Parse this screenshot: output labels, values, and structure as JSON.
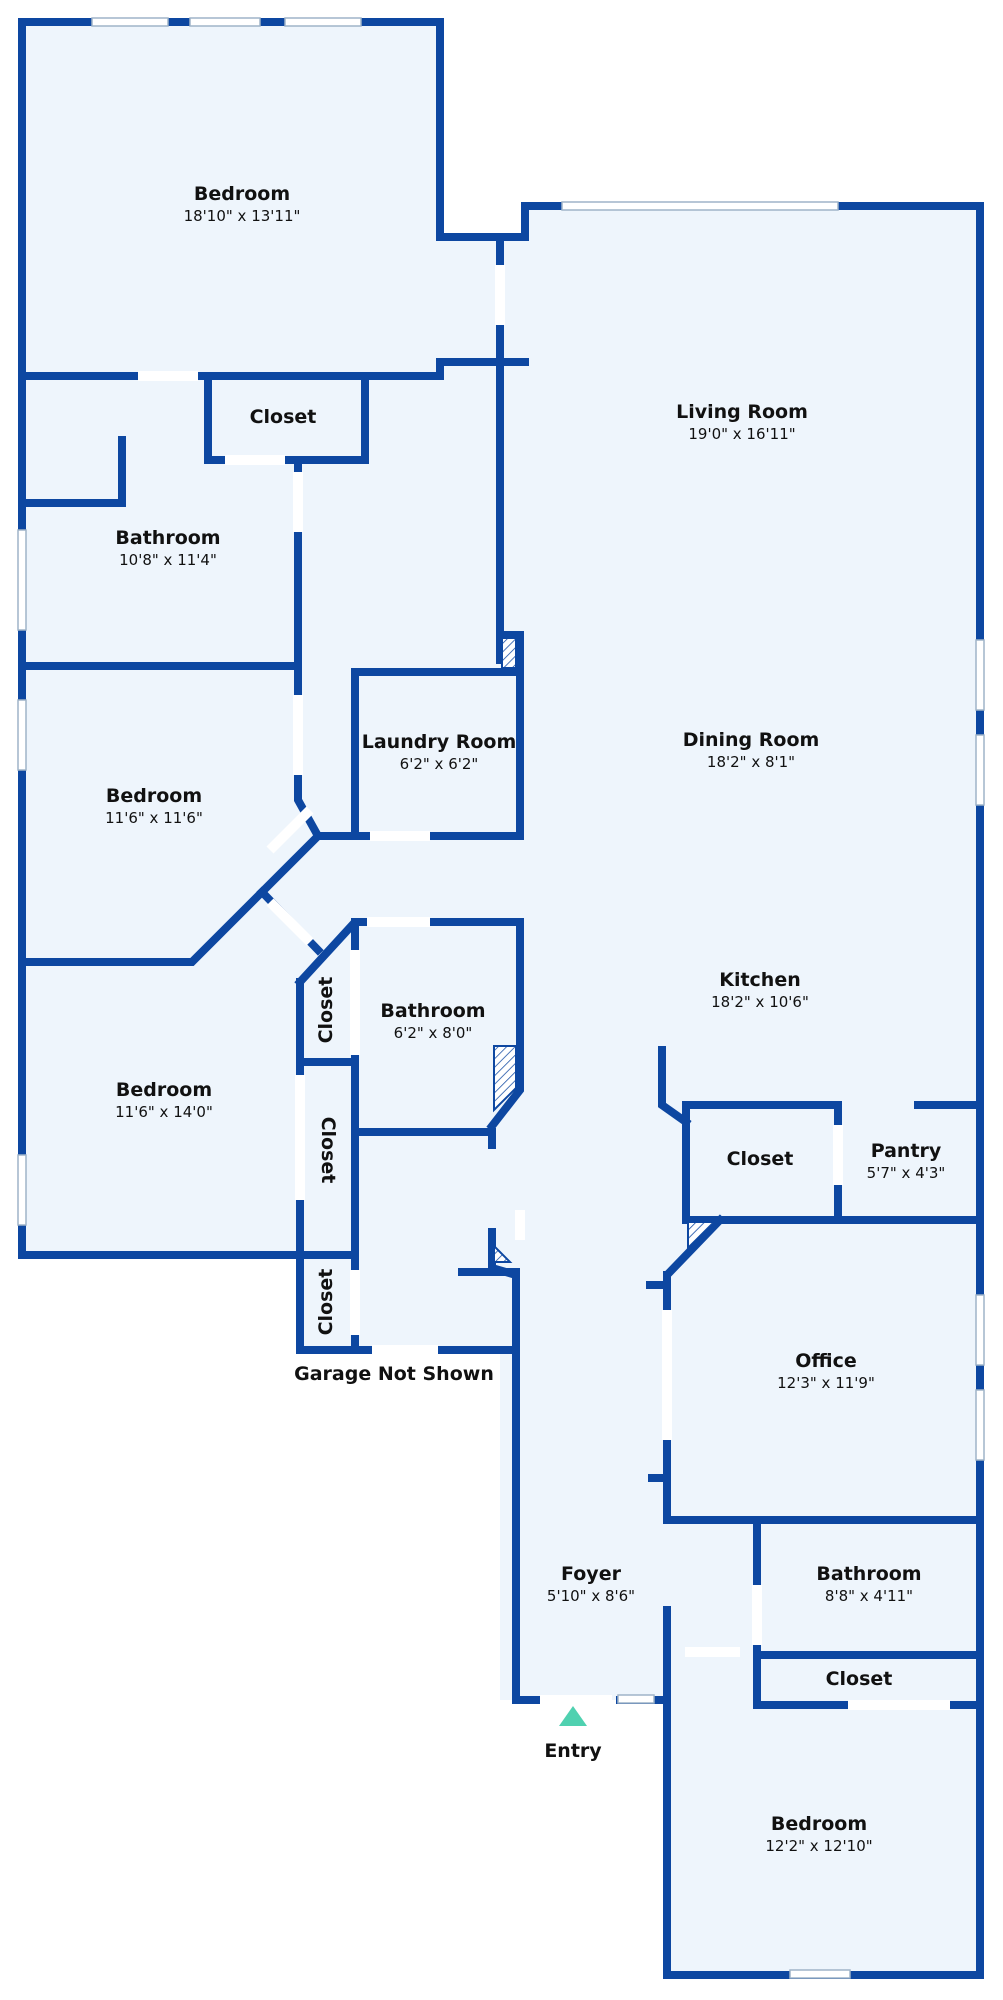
{
  "colors": {
    "wall": "#0d47a1",
    "floor": "#eef5fc",
    "entry_marker": "#4fd1b0"
  },
  "rooms": {
    "bedroom_1": {
      "name": "Bedroom",
      "dims": "18'10\" x 13'11\""
    },
    "living_room": {
      "name": "Living Room",
      "dims": "19'0\" x 16'11\""
    },
    "closet_1": {
      "name": "Closet"
    },
    "bathroom_1": {
      "name": "Bathroom",
      "dims": "10'8\" x 11'4\""
    },
    "laundry_room": {
      "name": "Laundry Room",
      "dims": "6'2\" x 6'2\""
    },
    "dining_room": {
      "name": "Dining Room",
      "dims": "18'2\" x 8'1\""
    },
    "bedroom_2": {
      "name": "Bedroom",
      "dims": "11'6\" x 11'6\""
    },
    "bathroom_2": {
      "name": "Bathroom",
      "dims": "6'2\" x 8'0\""
    },
    "closet_2": {
      "name": "Closet"
    },
    "kitchen": {
      "name": "Kitchen",
      "dims": "18'2\" x 10'6\""
    },
    "bedroom_3": {
      "name": "Bedroom",
      "dims": "11'6\" x 14'0\""
    },
    "closet_3": {
      "name": "Closet"
    },
    "closet_4": {
      "name": "Closet"
    },
    "pantry": {
      "name": "Pantry",
      "dims": "5'7\" x 4'3\""
    },
    "closet_5": {
      "name": "Closet"
    },
    "office": {
      "name": "Office",
      "dims": "12'3\" x 11'9\""
    },
    "foyer": {
      "name": "Foyer",
      "dims": "5'10\" x 8'6\""
    },
    "bathroom_3": {
      "name": "Bathroom",
      "dims": "8'8\" x 4'11\""
    },
    "closet_6": {
      "name": "Closet"
    },
    "bedroom_4": {
      "name": "Bedroom",
      "dims": "12'2\" x 12'10\""
    }
  },
  "notes": {
    "garage": "Garage Not Shown",
    "entry": "Entry"
  }
}
